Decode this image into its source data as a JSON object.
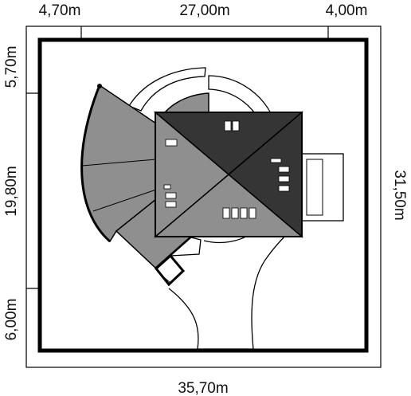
{
  "dimensions": {
    "top": [
      "4,70m",
      "27,00m",
      "4,00m"
    ],
    "bottom": "35,70m",
    "left": [
      "5,70m",
      "19,80m",
      "6,00m"
    ],
    "right": "31,50m"
  },
  "colors": {
    "roof_dark": "#353535",
    "roof_mid": "#4a4a4a",
    "roof_light": "#8f8f8f",
    "outline": "#000000",
    "window": "#ffffff"
  }
}
